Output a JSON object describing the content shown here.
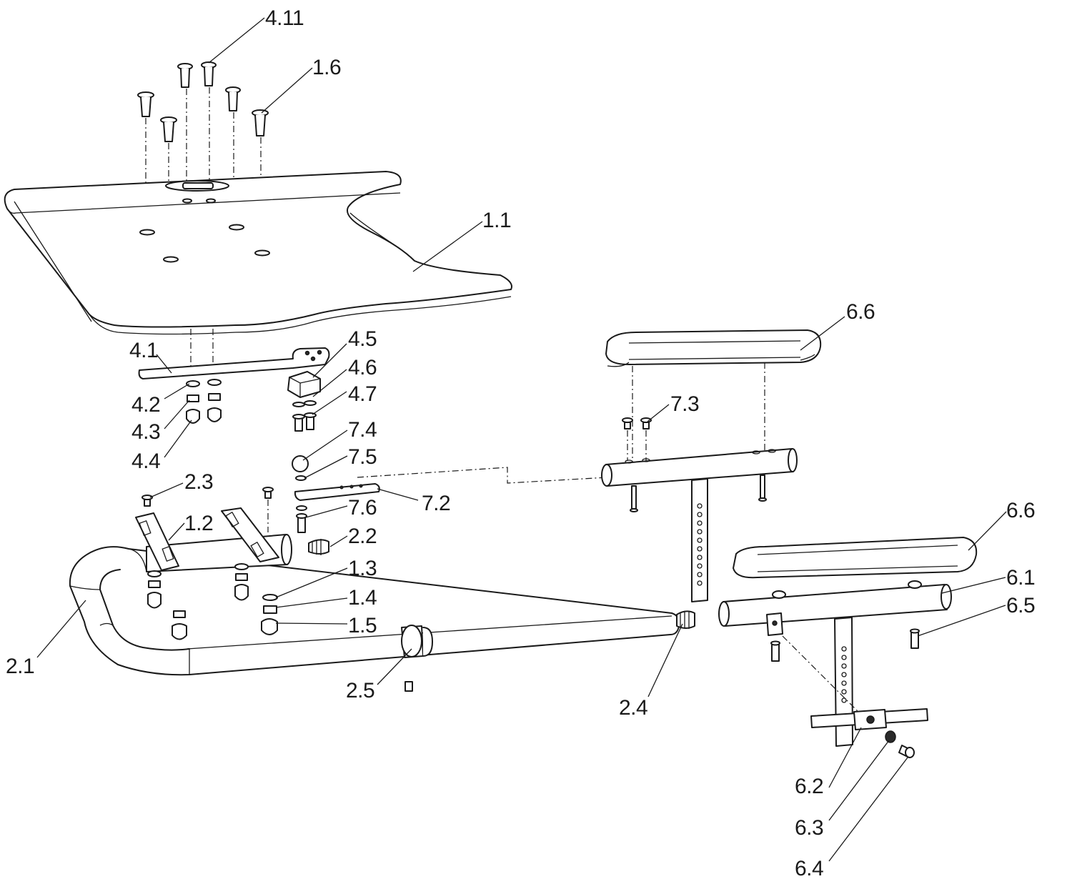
{
  "labels": [
    {
      "id": "4.11",
      "text": "4.11"
    },
    {
      "id": "1.6",
      "text": "1.6"
    },
    {
      "id": "1.1",
      "text": "1.1"
    },
    {
      "id": "6.6a",
      "text": "6.6"
    },
    {
      "id": "4.1",
      "text": "4.1"
    },
    {
      "id": "4.5",
      "text": "4.5"
    },
    {
      "id": "4.6",
      "text": "4.6"
    },
    {
      "id": "4.7",
      "text": "4.7"
    },
    {
      "id": "4.2",
      "text": "4.2"
    },
    {
      "id": "4.3",
      "text": "4.3"
    },
    {
      "id": "4.4",
      "text": "4.4"
    },
    {
      "id": "7.3",
      "text": "7.3"
    },
    {
      "id": "7.4",
      "text": "7.4"
    },
    {
      "id": "7.5",
      "text": "7.5"
    },
    {
      "id": "7.2",
      "text": "7.2"
    },
    {
      "id": "7.6",
      "text": "7.6"
    },
    {
      "id": "2.3",
      "text": "2.3"
    },
    {
      "id": "1.2",
      "text": "1.2"
    },
    {
      "id": "2.2",
      "text": "2.2"
    },
    {
      "id": "6.6b",
      "text": "6.6"
    },
    {
      "id": "6.1",
      "text": "6.1"
    },
    {
      "id": "6.5",
      "text": "6.5"
    },
    {
      "id": "1.3",
      "text": "1.3"
    },
    {
      "id": "1.4",
      "text": "1.4"
    },
    {
      "id": "1.5",
      "text": "1.5"
    },
    {
      "id": "2.1",
      "text": "2.1"
    },
    {
      "id": "2.5",
      "text": "2.5"
    },
    {
      "id": "2.4",
      "text": "2.4"
    },
    {
      "id": "6.2",
      "text": "6.2"
    },
    {
      "id": "6.3",
      "text": "6.3"
    },
    {
      "id": "6.4",
      "text": "6.4"
    }
  ]
}
